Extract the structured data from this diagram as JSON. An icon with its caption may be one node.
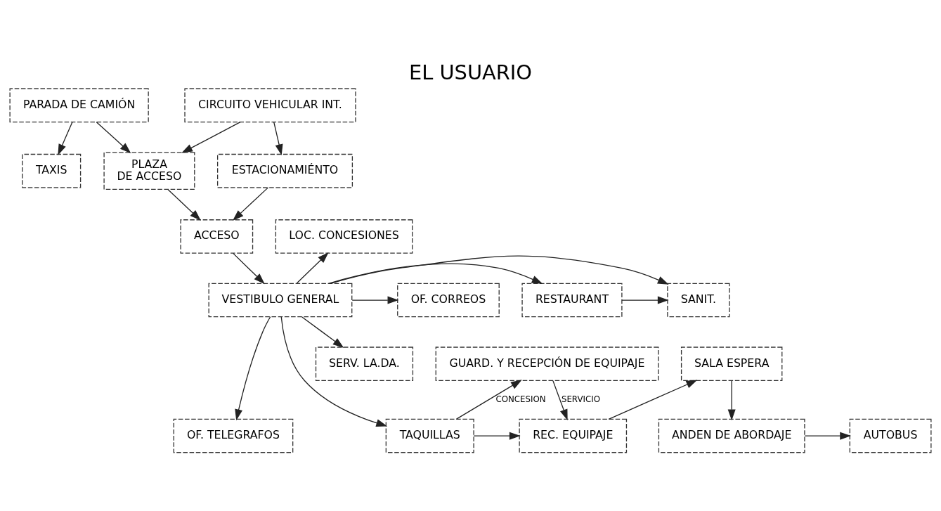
{
  "diagram": {
    "title": "EL USUARIO",
    "nodes": [
      {
        "text": [
          "PARADA DE CAMIÓN"
        ]
      },
      {
        "text": [
          "TAXIS"
        ]
      },
      {
        "text": [
          "CIRCUITO VEHICULAR INT."
        ]
      },
      {
        "text": [
          "PLAZA",
          "DE ACCESO"
        ]
      },
      {
        "text": [
          "ESTACIONAMIÉNTO"
        ]
      },
      {
        "text": [
          "ACCESO"
        ]
      },
      {
        "text": [
          "LOC. CONCESIONES"
        ]
      },
      {
        "text": [
          "VESTIBULO GENERAL"
        ]
      },
      {
        "text": [
          "RESTAURANT"
        ]
      },
      {
        "text": [
          "SANIT."
        ]
      },
      {
        "text": [
          "OF. CORREOS"
        ]
      },
      {
        "text": [
          "OF. TELEGRAFOS"
        ]
      },
      {
        "text": [
          "TAQUILLAS"
        ]
      },
      {
        "text": [
          "REC. EQUIPAJE"
        ]
      },
      {
        "text": [
          "SERV. LA.DA."
        ]
      },
      {
        "text": [
          "SALA ESPERA"
        ]
      },
      {
        "text": [
          "GUARD. Y RECEPCIÓN DE EQUIPAJE"
        ]
      },
      {
        "text": [
          "ANDEN DE ABORDAJE"
        ]
      },
      {
        "text": [
          "AUTOBUS"
        ]
      }
    ],
    "edges": [
      {
        "from": 0,
        "to": 3,
        "arrow": "to"
      },
      {
        "from": 0,
        "to": 1,
        "arrow": "to"
      },
      {
        "from": 2,
        "to": 3,
        "arrow": "to"
      },
      {
        "from": 2,
        "to": 4,
        "arrow": "to"
      },
      {
        "from": 3,
        "to": 5,
        "arrow": "to"
      },
      {
        "from": 4,
        "to": 5,
        "arrow": "to"
      },
      {
        "from": 5,
        "to": 7,
        "arrow": "to"
      },
      {
        "from": 7,
        "to": 6,
        "arrow": "to"
      },
      {
        "from": 7,
        "to": 10,
        "arrow": "to"
      },
      {
        "from": 7,
        "to": 11,
        "arrow": "to"
      },
      {
        "from": 7,
        "to": 14,
        "arrow": "to"
      },
      {
        "from": 7,
        "to": 8,
        "arrow": "to"
      },
      {
        "from": 8,
        "to": 9,
        "arrow": "to"
      },
      {
        "from": 7,
        "to": 9,
        "arrow": "to"
      },
      {
        "from": 7,
        "to": 12,
        "arrow": "to"
      },
      {
        "from": 12,
        "to": 13,
        "arrow": "to"
      },
      {
        "from": 12,
        "to": 16,
        "arrow": "to",
        "label": "CONCESION"
      },
      {
        "from": 16,
        "to": 13,
        "arrow": "to",
        "label": "SERVICIO"
      },
      {
        "from": 13,
        "to": 15,
        "arrow": "to"
      },
      {
        "from": 15,
        "to": 17,
        "arrow": "to"
      },
      {
        "from": 17,
        "to": 18,
        "arrow": "to"
      }
    ]
  }
}
